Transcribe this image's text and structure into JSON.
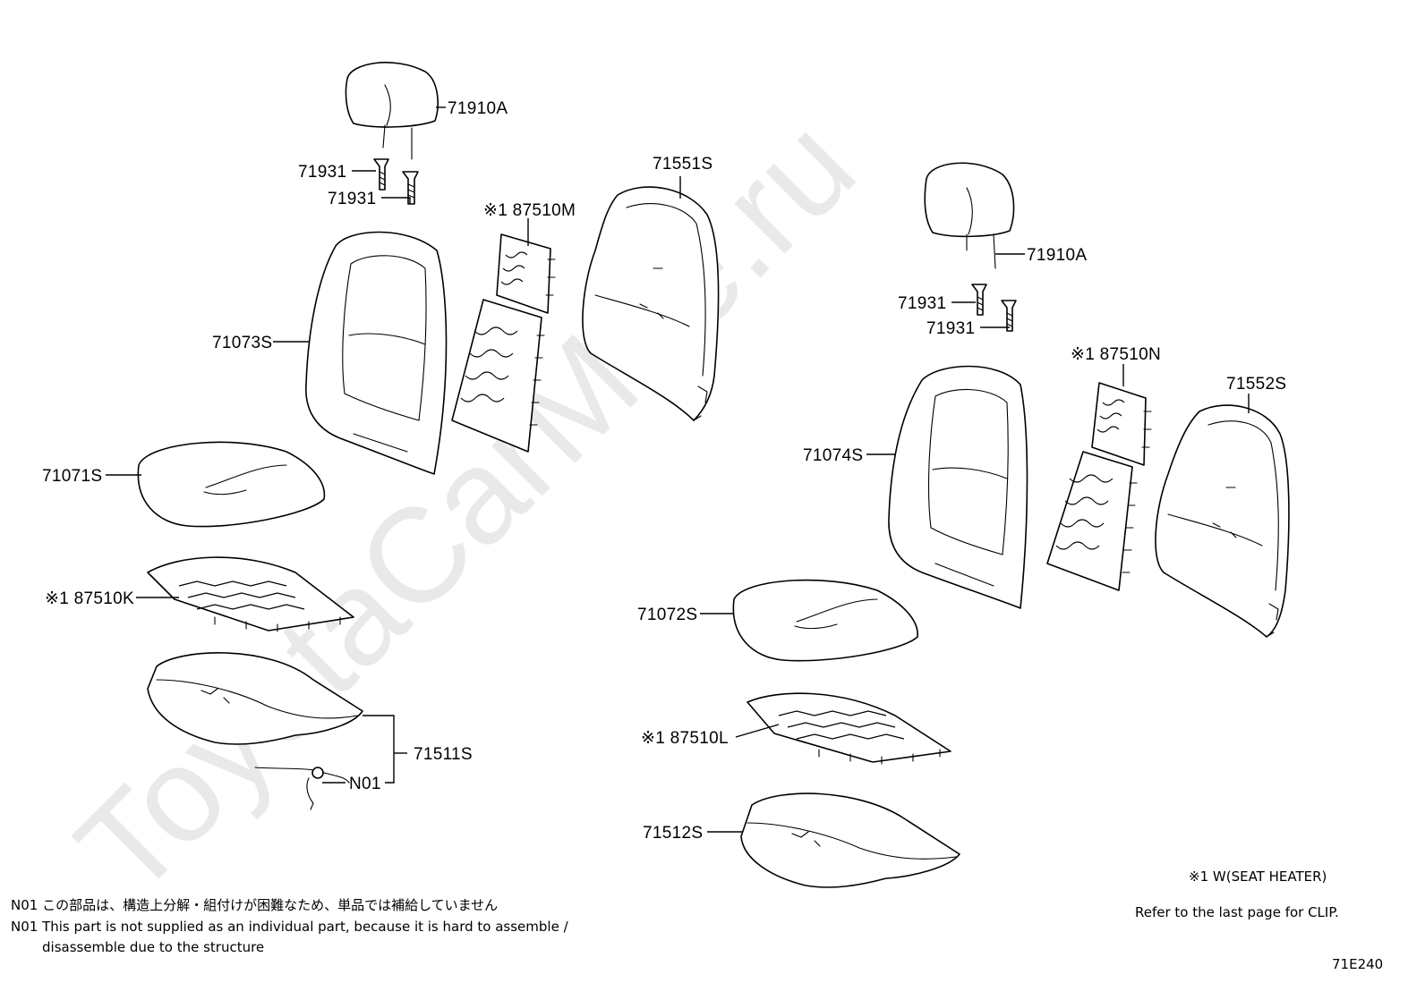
{
  "watermark": "ToyotaCarMne.ru",
  "labels": {
    "l_headrest": "71910A",
    "l_guide_a": "71931",
    "l_guide_b": "71931",
    "l_back_pad": "71073S",
    "l_heater_back": "※1 87510M",
    "l_back_cover": "71551S",
    "l_cushion_pad": "71071S",
    "l_heater_cush": "※1 87510K",
    "l_cush_cover": "71511S",
    "l_n01": "N01",
    "r_headrest": "71910A",
    "r_guide_a": "71931",
    "r_guide_b": "71931",
    "r_heater_back": "※1 87510N",
    "r_back_cover": "71552S",
    "r_back_pad": "71074S",
    "r_cushion_pad": "71072S",
    "r_heater_cush": "※1 87510L",
    "r_cush_cover": "71512S"
  },
  "legend": {
    "heater_note": "※1  W(SEAT HEATER)",
    "clip_note": "Refer to the last page for CLIP."
  },
  "notes": {
    "n01_jp": "N01 この部品は、構造上分解・組付けが困難なため、単品では補給していません",
    "n01_en_line1": "N01 This part is not supplied as an individual part, because it is hard to assemble /",
    "n01_en_line2": "disassemble due to the structure"
  },
  "diagram_code": "71E240"
}
